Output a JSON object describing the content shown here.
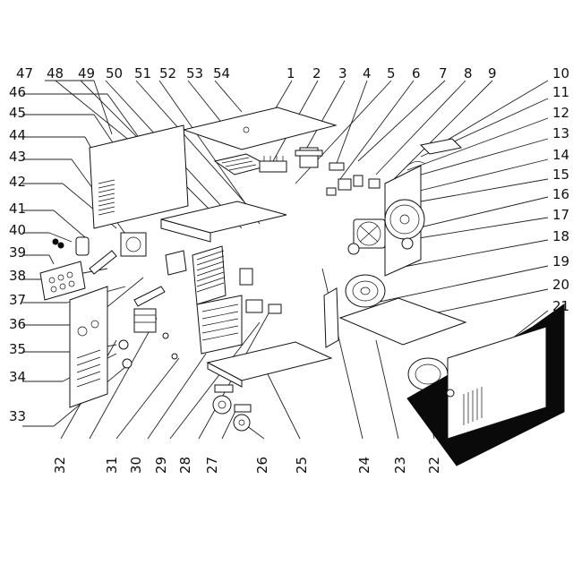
{
  "diagram": {
    "labels": [
      "1",
      "2",
      "3",
      "4",
      "5",
      "6",
      "7",
      "8",
      "9",
      "10",
      "11",
      "12",
      "13",
      "14",
      "15",
      "16",
      "17",
      "18",
      "19",
      "20",
      "21",
      "22",
      "23",
      "24",
      "25",
      "26",
      "27",
      "28",
      "29",
      "30",
      "31",
      "32",
      "33",
      "34",
      "35",
      "36",
      "37",
      "38",
      "39",
      "40",
      "41",
      "42",
      "43",
      "44",
      "45",
      "46",
      "47",
      "48",
      "49",
      "50",
      "51",
      "52",
      "53",
      "54"
    ]
  }
}
